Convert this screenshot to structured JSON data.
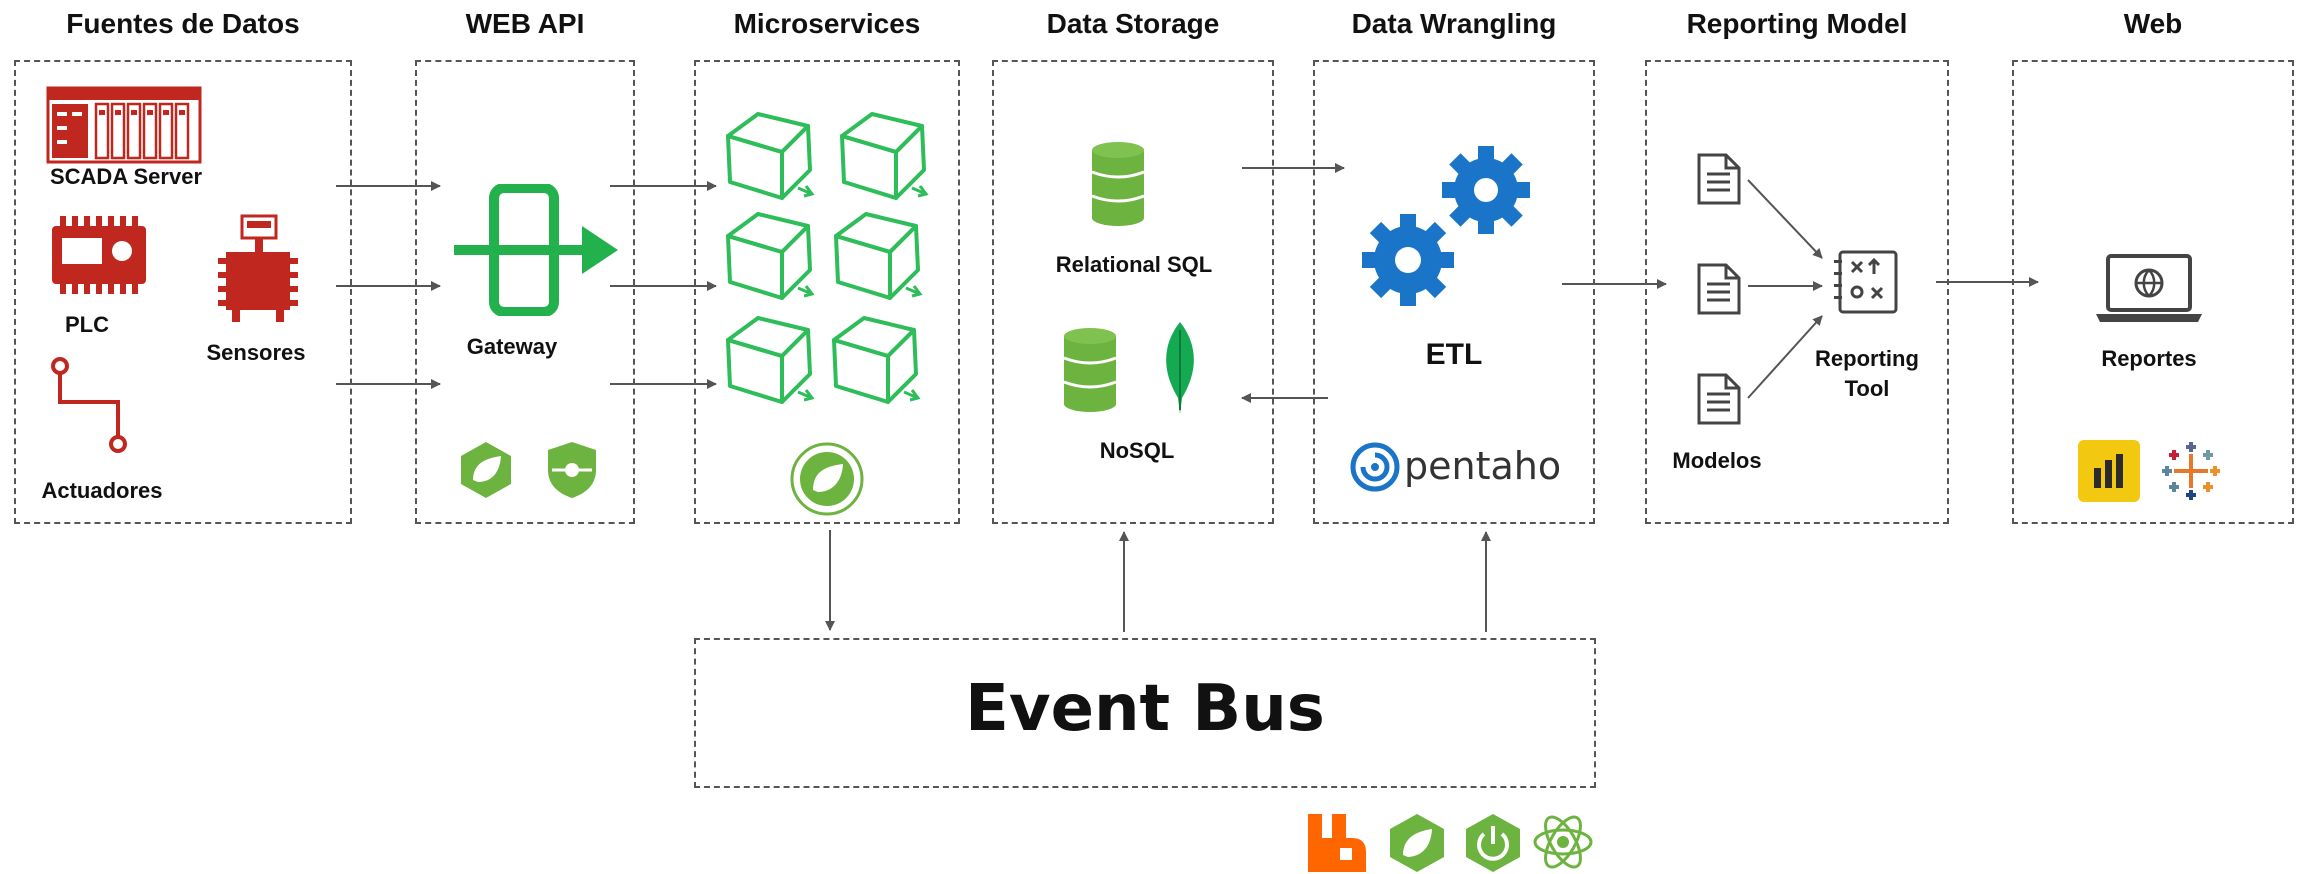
{
  "columns": {
    "sources": "Fuentes de Datos",
    "webapi": "WEB API",
    "micro": "Microservices",
    "storage": "Data Storage",
    "wrangling": "Data Wrangling",
    "reporting": "Reporting Model",
    "web": "Web"
  },
  "sources": {
    "scada": "SCADA Server",
    "plc": "PLC",
    "sensores": "Sensores",
    "actuadores": "Actuadores"
  },
  "webapi": {
    "gateway": "Gateway"
  },
  "storage": {
    "relational": "Relational SQL",
    "nosql": "NoSQL"
  },
  "wrangling": {
    "etl": "ETL",
    "pentaho": "pentaho"
  },
  "reporting": {
    "modelos": "Modelos",
    "tool_line1": "Reporting",
    "tool_line2": "Tool"
  },
  "web": {
    "reportes": "Reportes"
  },
  "event_bus": {
    "title": "Event Bus"
  },
  "colors": {
    "red": "#c0271e",
    "green": "#6db33f",
    "gateway_green": "#22b14c",
    "blue": "#1a75c8",
    "grey": "#555555",
    "rabbit_orange": "#ff6600",
    "powerbi_yellow": "#f2c811"
  }
}
